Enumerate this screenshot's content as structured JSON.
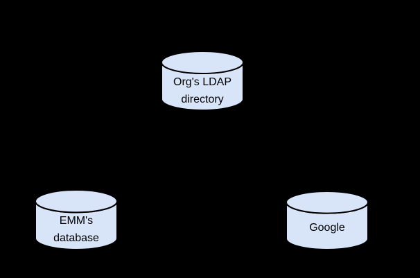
{
  "diagram": {
    "type": "database-diagram",
    "background_color": "#000000",
    "node_fill_color": "#d8e4f8",
    "node_stroke_color": "#000000",
    "nodes": [
      {
        "id": "orgs-ldap-directory",
        "shape": "database-cylinder",
        "label": "Org's LDAP directory",
        "lines": [
          "Org's LDAP",
          "directory"
        ]
      },
      {
        "id": "emms-database",
        "shape": "database-cylinder",
        "label": "EMM's database",
        "lines": [
          "EMM's",
          "database"
        ]
      },
      {
        "id": "google",
        "shape": "database-cylinder",
        "label": "Google",
        "lines": [
          "Google"
        ]
      }
    ]
  }
}
